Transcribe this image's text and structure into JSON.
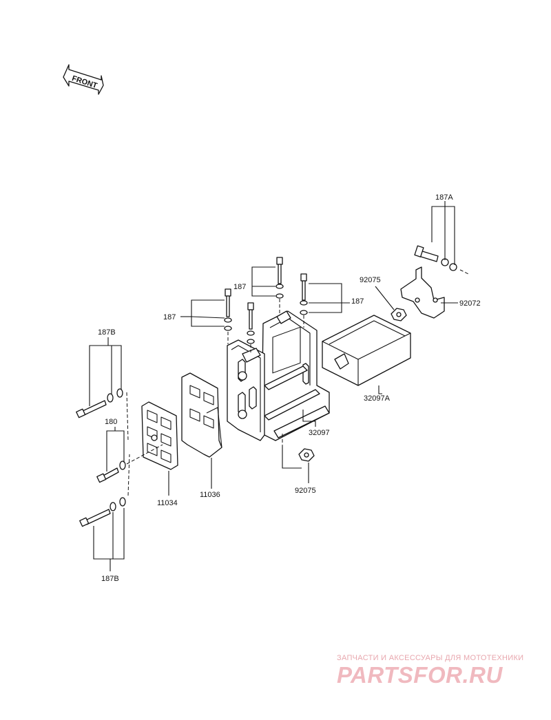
{
  "front_arrow": {
    "text": "FRONT"
  },
  "parts": {
    "p187a": "187A",
    "p92075_top": "92075",
    "p92072": "92072",
    "p187_left": "187",
    "p187_mid": "187",
    "p187_right": "187",
    "p187b_top": "187B",
    "p180": "180",
    "p32097a": "32097A",
    "p32097": "32097",
    "p11034": "11034",
    "p11036": "11036",
    "p92075_bottom": "92075",
    "p187b_bottom": "187B"
  },
  "watermark": {
    "tagline": "ЗАПЧАСТИ И АКСЕССУАРЫ ДЛЯ МОТОТЕХНИКИ",
    "brand": "PARTSFOR.RU"
  }
}
